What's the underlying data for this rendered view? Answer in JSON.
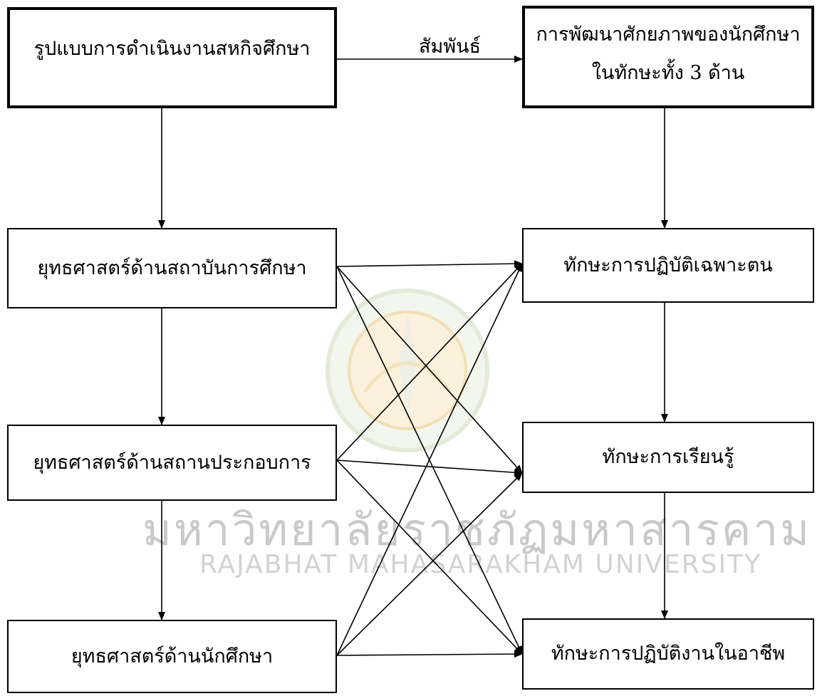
{
  "diagram": {
    "left_boxes": [
      {
        "label": "รูปแบบการดำเนินงานสหกิจศึกษา"
      },
      {
        "label": "ยุทธศาสตร์ด้านสถาบันการศึกษา"
      },
      {
        "label": "ยุทธศาสตร์ด้านสถานประกอบการ"
      },
      {
        "label": "ยุทธศาสตร์ด้านนักศึกษา"
      }
    ],
    "right_boxes": [
      {
        "lines": [
          "การพัฒนาศักยภาพของนักศึกษา",
          "ในทักษะทั้ง 3 ด้าน"
        ]
      },
      {
        "label": "ทักษะการปฏิบัติเฉพาะตน"
      },
      {
        "label": "ทักษะการเรียนรู้"
      },
      {
        "label": "ทักษะการปฏิบัติงานในอาชีพ"
      }
    ],
    "relation_label": "สัมพันธ์"
  },
  "watermark": {
    "thai": "มหาวิทยาลัยราชภัฏมหาสารคาม",
    "english": "RAJABHAT MAHASARAKHAM UNIVERSITY"
  }
}
